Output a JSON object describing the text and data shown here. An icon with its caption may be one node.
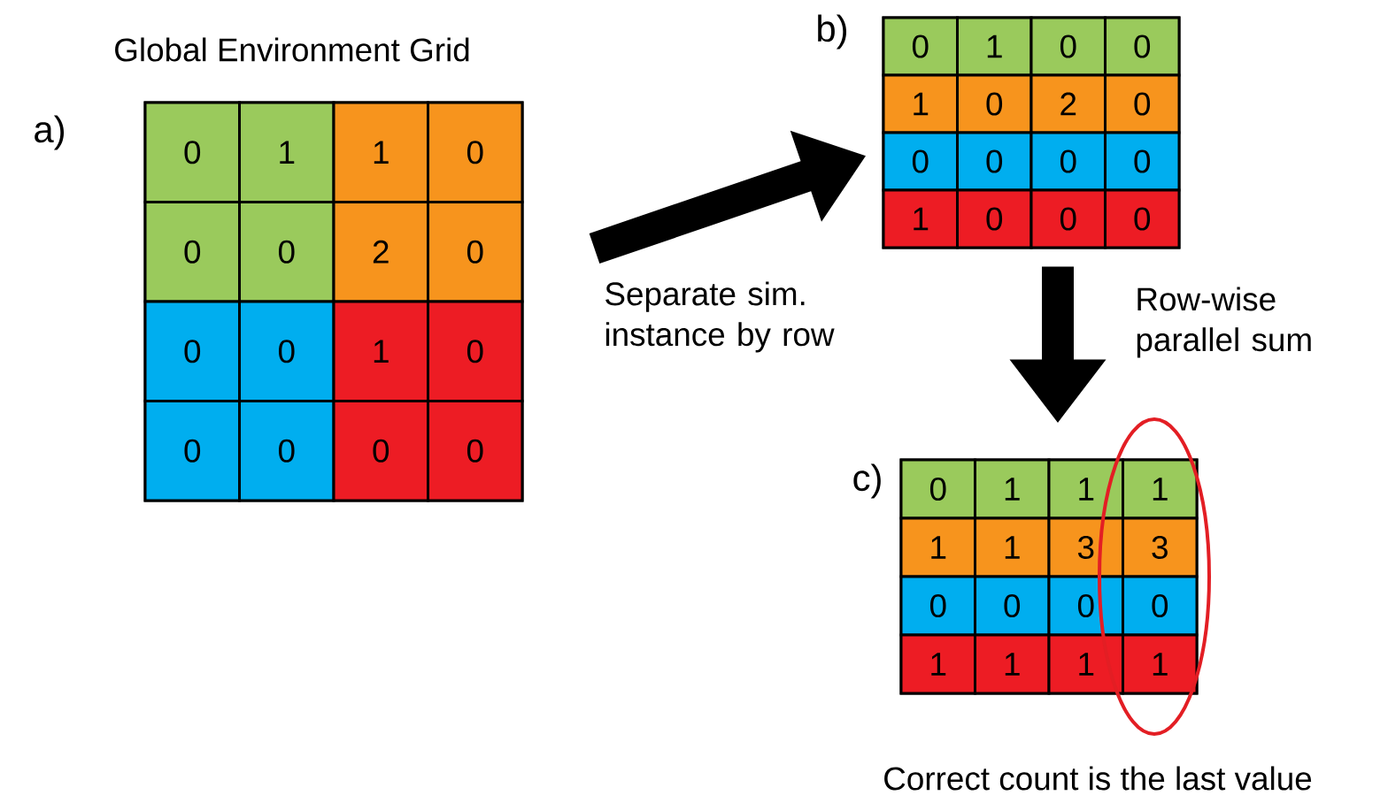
{
  "diagram": {
    "nodes": [
      {
        "text": [
          "Global Environment Grid"
        ],
        "beside": [
          "a)"
        ]
      },
      {
        "text": [
          "0"
        ],
        "in": 0
      },
      {
        "text": [
          "1"
        ],
        "in": 0
      },
      {
        "text": [
          "1"
        ],
        "in": 0
      },
      {
        "text": [
          "0"
        ],
        "in": 0
      },
      {
        "text": [
          "0"
        ],
        "in": 0
      },
      {
        "text": [
          "0"
        ],
        "in": 0
      },
      {
        "text": [
          "2"
        ],
        "in": 0
      },
      {
        "text": [
          "0"
        ],
        "in": 0
      },
      {
        "text": [
          "0"
        ],
        "in": 0
      },
      {
        "text": [
          "0"
        ],
        "in": 0
      },
      {
        "text": [
          "1"
        ],
        "in": 0
      },
      {
        "text": [
          "0"
        ],
        "in": 0
      },
      {
        "text": [
          "0"
        ],
        "in": 0
      },
      {
        "text": [
          "0"
        ],
        "in": 0
      },
      {
        "text": [
          "0"
        ],
        "in": 0
      },
      {
        "text": [
          "0"
        ],
        "in": 0
      },
      {
        "text": [],
        "beside": [
          "b)"
        ],
        "shape": "box"
      },
      {
        "text": [
          "0"
        ],
        "in": 17
      },
      {
        "text": [
          "1"
        ],
        "in": 17
      },
      {
        "text": [
          "0"
        ],
        "in": 17
      },
      {
        "text": [
          "0"
        ],
        "in": 17
      },
      {
        "text": [
          "1"
        ],
        "in": 17
      },
      {
        "text": [
          "0"
        ],
        "in": 17
      },
      {
        "text": [
          "2"
        ],
        "in": 17
      },
      {
        "text": [
          "0"
        ],
        "in": 17
      },
      {
        "text": [
          "0"
        ],
        "in": 17
      },
      {
        "text": [
          "0"
        ],
        "in": 17
      },
      {
        "text": [
          "0"
        ],
        "in": 17
      },
      {
        "text": [
          "0"
        ],
        "in": 17
      },
      {
        "text": [
          "1"
        ],
        "in": 17
      },
      {
        "text": [
          "0"
        ],
        "in": 17
      },
      {
        "text": [
          "0"
        ],
        "in": 17
      },
      {
        "text": [
          "0"
        ],
        "in": 17
      },
      {
        "text": [],
        "beside": [
          "c)"
        ],
        "shape": "box"
      },
      {
        "text": [
          "0"
        ],
        "in": 34
      },
      {
        "text": [
          "1"
        ],
        "in": 34
      },
      {
        "text": [
          "1"
        ],
        "in": 34
      },
      {
        "text": [
          "1"
        ]
      },
      {
        "text": [
          "1"
        ],
        "in": 34
      },
      {
        "text": [
          "1"
        ],
        "in": 34
      },
      {
        "text": [
          "3"
        ],
        "in": 34
      },
      {
        "text": [
          "3"
        ]
      },
      {
        "text": [
          "0"
        ],
        "in": 34
      },
      {
        "text": [
          "0"
        ],
        "in": 34
      },
      {
        "text": [
          "0"
        ],
        "in": 34
      },
      {
        "text": [
          "0"
        ]
      },
      {
        "text": [
          "1"
        ],
        "in": 34
      },
      {
        "text": [
          "1"
        ],
        "in": 34
      },
      {
        "text": [
          "1"
        ],
        "in": 34
      },
      {
        "text": [
          "1"
        ]
      },
      {
        "text": [],
        "shape": "ellipse",
        "beside": [
          "Correct count is the last value"
        ]
      }
    ],
    "edges": [
      {
        "from": 0,
        "to": 17,
        "arrow": "to",
        "label": "Separate sim. instance by row"
      },
      {
        "from": 17,
        "to": 34,
        "arrow": "to",
        "label": "Row-wise parallel sum"
      }
    ]
  }
}
